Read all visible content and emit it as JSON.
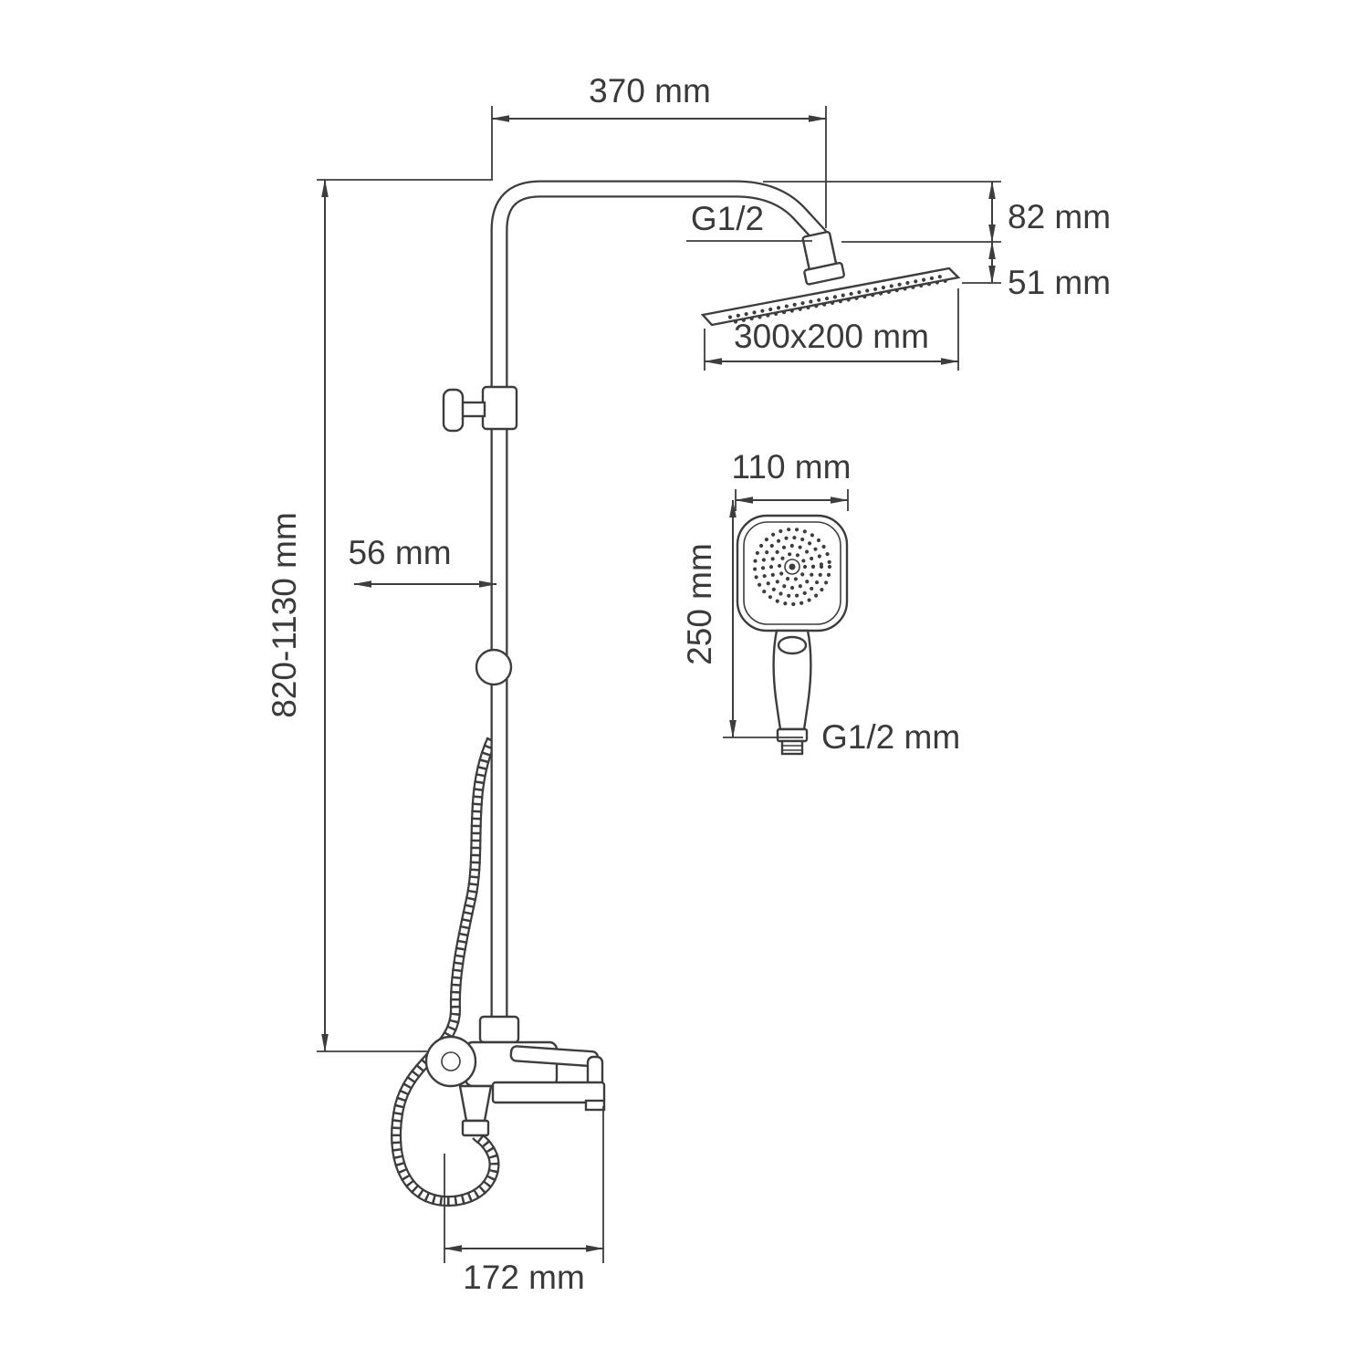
{
  "labels": {
    "arm_reach": "370 mm",
    "overhead_thread": "G1/2",
    "head_height_offset": "82 mm",
    "head_depth": "51 mm",
    "overhead_size": "300x200 mm",
    "handshower_width": "110 mm",
    "handshower_length": "250 mm",
    "handshower_thread": "G1/2 mm",
    "bar_offset": "56 mm",
    "column_height_range": "820-1130 mm",
    "spout_reach": "172 mm"
  },
  "colors": {
    "line": "#3d3d3d",
    "text": "#3a3a3a",
    "background": "#ffffff"
  }
}
